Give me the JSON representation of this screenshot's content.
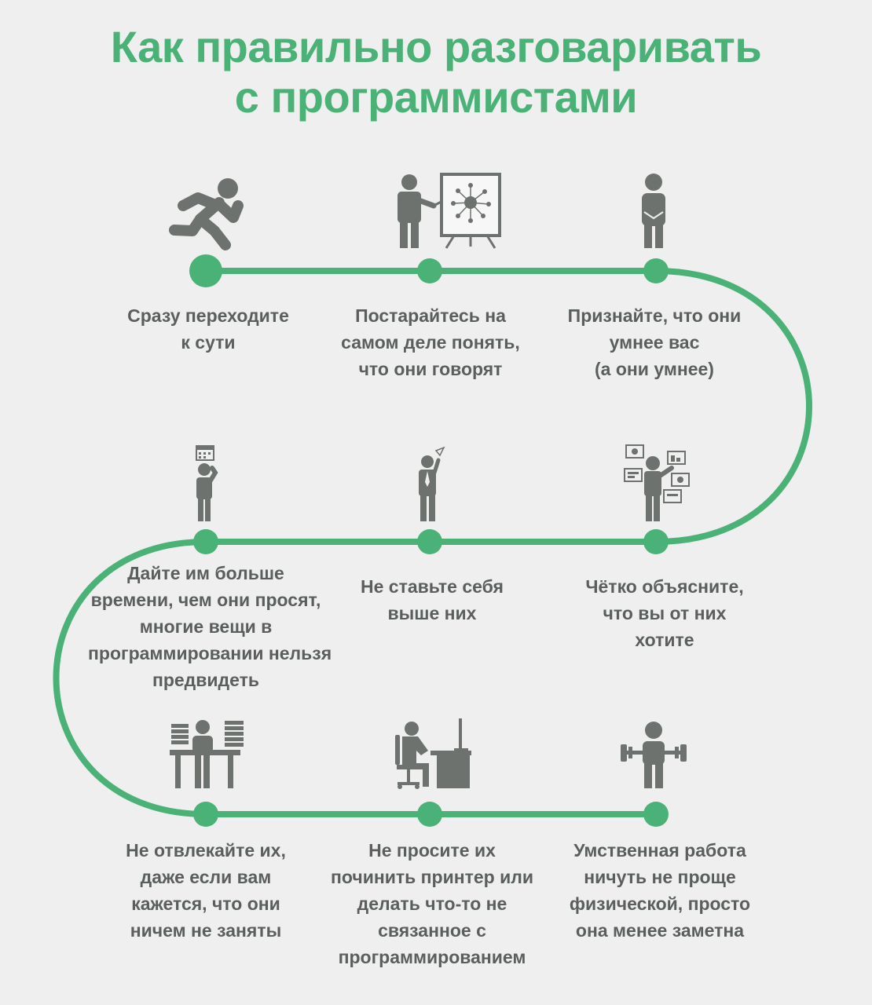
{
  "title": {
    "line1": "Как правильно разговаривать",
    "line2": "с программистами"
  },
  "colors": {
    "accent": "#4ab276",
    "icon": "#6d726f",
    "text": "#5a5f5d",
    "background": "#efefef"
  },
  "steps": [
    {
      "icon": "running-man-icon",
      "lines": [
        "Сразу переходите",
        "к сути"
      ]
    },
    {
      "icon": "presenter-whiteboard-icon",
      "lines": [
        "Постарайтесь на",
        "самом деле понять,",
        "что они говорят"
      ]
    },
    {
      "icon": "standing-man-icon",
      "lines": [
        "Признайте, что они",
        "умнее вас",
        "(а они умнее)"
      ]
    },
    {
      "icon": "thinking-man-calendar-icon",
      "lines": [
        "Дайте им больше",
        "времени, чем они просят,",
        "многие вещи в",
        "программировании нельзя",
        "предвидеть"
      ]
    },
    {
      "icon": "businessman-tie-icon",
      "lines": [
        "Не ставьте себя",
        "выше них"
      ]
    },
    {
      "icon": "explaining-charts-icon",
      "lines": [
        "Чётко объясните,",
        "что вы от них",
        "хотите"
      ]
    },
    {
      "icon": "busy-desk-worker-icon",
      "lines": [
        "Не отвлекайте их,",
        "даже если вам",
        "кажется, что они",
        "ничем не заняты"
      ]
    },
    {
      "icon": "computer-desk-worker-icon",
      "lines": [
        "Не просите их",
        "починить принтер или",
        "делать что-то не",
        "связанное с",
        "программированием"
      ]
    },
    {
      "icon": "weightlifter-icon",
      "lines": [
        "Умственная работа",
        "ничуть не проще",
        "физической, просто",
        "она менее заметна"
      ]
    }
  ]
}
